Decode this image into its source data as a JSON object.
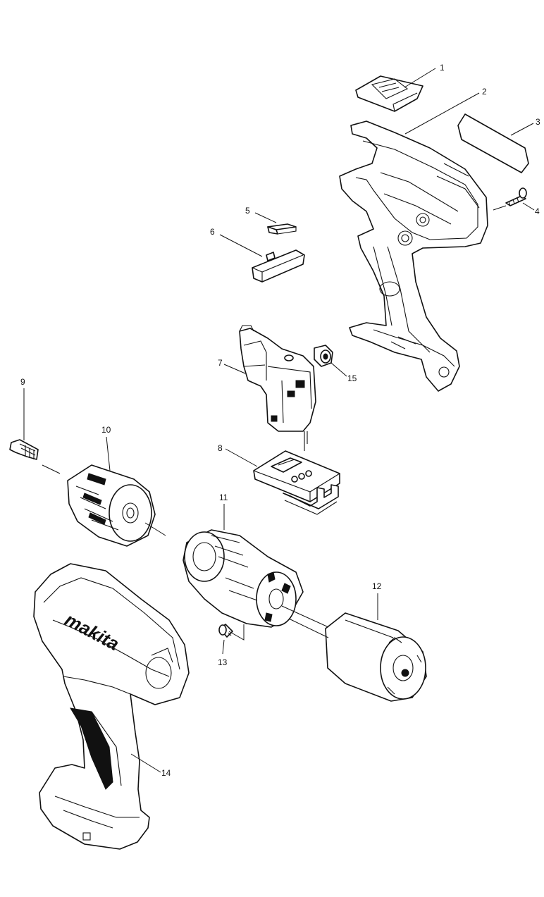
{
  "callouts": [
    "1",
    "2",
    "3",
    "4",
    "5",
    "6",
    "7",
    "8",
    "9",
    "10",
    "11",
    "12",
    "13",
    "14",
    "15"
  ],
  "brand_text": "makita",
  "parts": [
    {
      "num": "1",
      "icon": "switch-button-icon"
    },
    {
      "num": "2",
      "icon": "housing-half-icon"
    },
    {
      "num": "3",
      "icon": "name-plate-icon"
    },
    {
      "num": "4",
      "icon": "tapping-screw-icon"
    },
    {
      "num": "5",
      "icon": "compression-spring-icon"
    },
    {
      "num": "6",
      "icon": "change-lever-icon"
    },
    {
      "num": "7",
      "icon": "trigger-switch-icon"
    },
    {
      "num": "8",
      "icon": "controller-board-icon"
    },
    {
      "num": "9",
      "icon": "chuck-bolt-icon"
    },
    {
      "num": "10",
      "icon": "keyless-chuck-icon"
    },
    {
      "num": "11",
      "icon": "gear-assembly-icon"
    },
    {
      "num": "12",
      "icon": "dc-motor-icon"
    },
    {
      "num": "13",
      "icon": "pan-head-screw-icon"
    },
    {
      "num": "14",
      "icon": "housing-set-icon"
    },
    {
      "num": "15",
      "icon": "rubber-pin-icon"
    }
  ]
}
